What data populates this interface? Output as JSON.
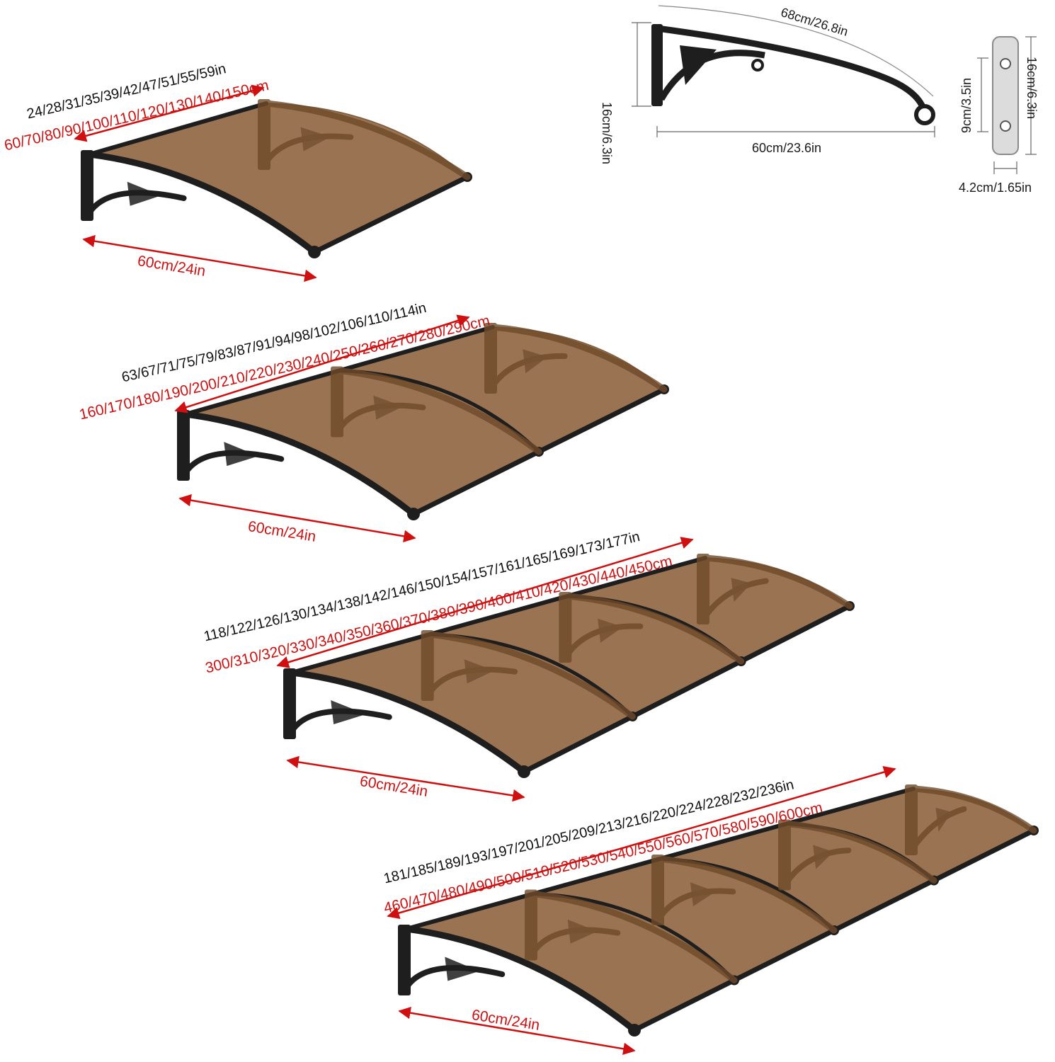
{
  "colors": {
    "panel": "#9a7352",
    "panel_edge": "#7d5a3c",
    "frame": "#1e1e1e",
    "bracket_seen_through": "#6e4a2a",
    "arrow": "#d01010",
    "text_red": "#d01010",
    "text_black": "#111111",
    "plate": "#dcdcdc"
  },
  "bracket_detail": {
    "height_label": "16cm/6.3in",
    "arc_label": "68cm/26.8in",
    "depth_label": "60cm/23.6in"
  },
  "plate_detail": {
    "hole_spacing_label": "9cm/3.5in",
    "height_label": "16cm/6.3in",
    "width_label": "4.2cm/1.65in"
  },
  "canopies": [
    {
      "brackets": 2,
      "width_in": "24/28/31/35/39/42/47/51/55/59in",
      "width_cm": "60/70/80/90/100/110/120/130/140/150cm",
      "depth_label": "60cm/24in"
    },
    {
      "brackets": 3,
      "width_in": "63/67/71/75/79/83/87/91/94/98/102/106/110/114in",
      "width_cm": "160/170/180/190/200/210/220/230/240/250/260/270/280/290cm",
      "depth_label": "60cm/24in"
    },
    {
      "brackets": 4,
      "width_in": "118/122/126/130/134/138/142/146/150/154/157/161/165/169/173/177in",
      "width_cm": "300/310/320/330/340/350/360/370/380/390/400/410/420/430/440/450cm",
      "depth_label": "60cm/24in"
    },
    {
      "brackets": 5,
      "width_in": "181/185/189/193/197/201/205/209/213/216/220/224/228/232/236in",
      "width_cm": "460/470/480/490/500/510/520/530/540/550/560/570/580/590/600cm",
      "depth_label": "60cm/24in"
    }
  ]
}
